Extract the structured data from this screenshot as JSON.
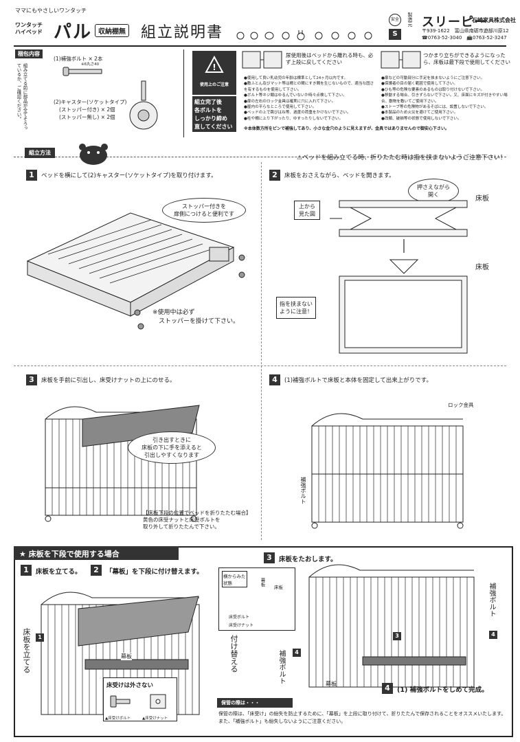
{
  "header": {
    "tagline": "ママにもやさしいワンタッチ",
    "one_touch": "ワンタッチ",
    "high_bed": "ハイベッド",
    "product": "パル",
    "badge": "収納棚無",
    "title": "組立説明書",
    "seal": "安全",
    "brand": "スリーピー",
    "company": "石崎家具株式会社",
    "address": "〒939-1622　富山県南砺市遊部川原12",
    "tel": "☎0763-52-3040　📠0763-52-3247",
    "vertical": "製造元"
  },
  "contents": {
    "label": "梱包内容",
    "bolt": "(1)補強ボルト × 2本",
    "bolt_size": "※6丸さ40",
    "caster": "(2)キャスター(ソケットタイプ)",
    "caster_a": "(ストッパー付き) × 2個",
    "caster_b": "(ストッパー無し) × 2個",
    "vertical_note": "組み立てる前に部品が全てそろっているか、ご確認ください。"
  },
  "caution": {
    "label": "使用上のご注意",
    "complete": "組立完了後\n各ボルトを\nしっかり締め\n直してください",
    "msg1": "尿使用後はベッドから離れる時も、必ず上段に戻してください",
    "msg2": "つかまり立ちができるようになったら、床板は最下段で使用してください",
    "notes_left": [
      "●使用して良い乳幼児の年齢は標準として24ヶ月以内です。",
      "●敷ふとん及びマット等は柵との間にすき間を生じないもので、適当な固さを有するものを使用して下さい。",
      "●ボルト等ネジ類はゆるんでいないか時々点検して下さい。",
      "●扉の左右のロック金具は確実に穴に入れて下さい。",
      "●屋内の平らなところで使用して下さい。",
      "●ベッドの上で跳びはね等、過度の荷重をかけないで下さい。",
      "●柱や柵に上り下がったり、ゆすったりしないで下さい。"
    ],
    "notes_right": [
      "●扉などの可動部分に手足を挟まないようにご注意下さい。",
      "●保護者の目の届く範囲で使用して下さい。",
      "●ひも等の危険な要素のあるものは取り付けないで下さい。",
      "●移動する場合、引きずらないで下さい。又、床面にキズが付きやすい場合、敷物を敷いてご使用下さい。",
      "●ストーブ等の危険物があるそばには、設置しないで下さい。",
      "●本製品のため火災を避けてご使用下さい。",
      "●改類、破損等の状態で使用しないで下さい。"
    ],
    "footnote": "※本体数方所をピンで補強してあり、小さな金穴のように見えますが、金具ではありませんので御安心下さい。"
  },
  "assembly": {
    "label": "組立方法",
    "warning": "⚠ベッドを組み立てる時、折りたたむ時は指を挟まないようご注意下さい！"
  },
  "steps": [
    {
      "num": "1",
      "text": "ベッドを横にして(2)キャスター(ソケットタイプ)を取り付けます。",
      "callout": "ストッパー付きを\n扉側につけると便利です",
      "note": "※使用中は必ず\n　ストッパーを掛けて下さい。"
    },
    {
      "num": "2",
      "text": "床板をおさえながら、ベッドを開きます。",
      "top_view": "上から\n見た図",
      "press": "押さえながら\n開く",
      "floorboard": "床板",
      "floorboard2": "床板",
      "pinch": "指を挟まない\nように注意！"
    },
    {
      "num": "3",
      "text": "床板を手前に引出し、床受けナットの上にのせる。",
      "callout": "引き出すときに\n床板の下に手を添えると\n引出しやすくなります",
      "note": "【床板下段の位置でベッドを折りたたむ場合】\n黄色の床受ナットと床受ボルトを\n取り外して折りたたんで下さい。"
    },
    {
      "num": "4",
      "text": "(1)補強ボルトで床板と本体を固定して出来上がりです。",
      "lock": "ロック金具",
      "bolt": "補強ボルト"
    }
  ],
  "lower": {
    "title": "★ 床板を下段で使用する場合",
    "s1": "床板を立てる。",
    "s2_a": "「幕板」",
    "s2_b": "を下段に付け替えます。",
    "stand": "床板を立てる",
    "replace": "付け替える",
    "makuita": "幕板",
    "nohazusu": "床受けは外さない",
    "part1": "▲床受けボルト",
    "part2": "▲床受けナット",
    "s3": "床板をたおします。",
    "side_view": "横からみた\n状態",
    "maku": "幕板",
    "yuka": "床板",
    "ukebolt": "床受ボルト",
    "ukenut": "床受けナット",
    "bolt_v": "補強ボルト",
    "bolt_v2": "補強ボルト",
    "makuita2": "幕板",
    "s4": "(1) 補強ボルトをしめて完成。",
    "storage_label": "保管の際は・・・",
    "storage": "保管の際は、「床受け」の紛失を防止するために、「幕板」を上段に取り付けて、折りたたんで保存されることをオススメいたします。\nまた、「補強ボルト」も紛失しないようにご注意ください。",
    "n1": "1",
    "n2": "2",
    "n3": "3",
    "n4": "4",
    "marker1": "1",
    "marker3": "3",
    "marker4": "4",
    "marker4b": "4"
  }
}
